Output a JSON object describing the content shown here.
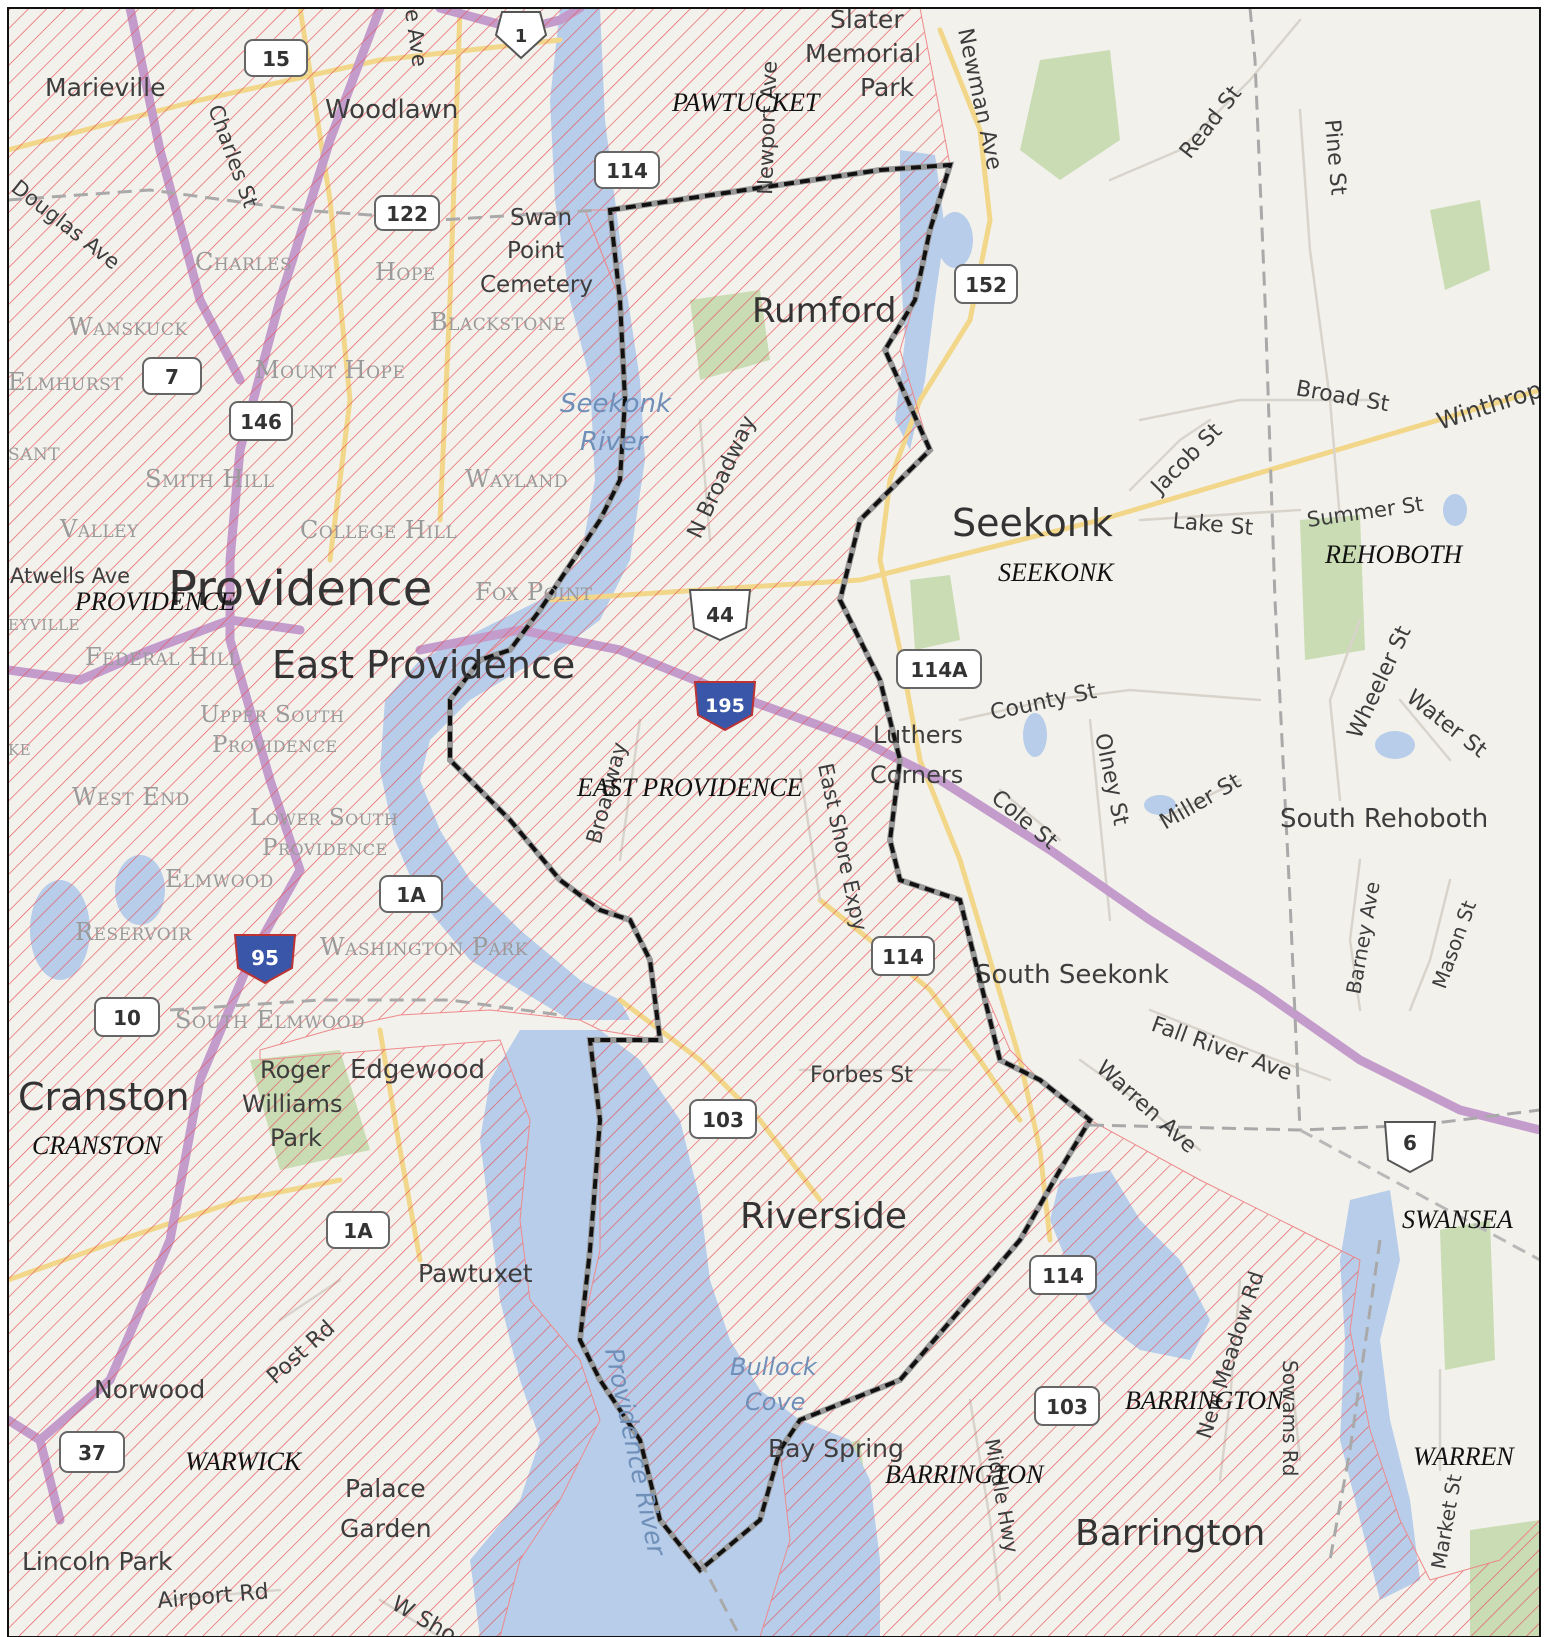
{
  "colors": {
    "land": "#f3f1ec",
    "water": "#b7cdea",
    "park": "#c7dbb0",
    "highway": "#c79ad0",
    "major_road": "#f3d98a",
    "hatch": "#e8545a",
    "town_line": "#a8a8a8",
    "study_outline": "#111111"
  },
  "towns": {
    "pawtucket": "PAWTUCKET",
    "providence": "PROVIDENCE",
    "east_providence": "EAST PROVIDENCE",
    "seekonk": "SEEKONK",
    "rehoboth": "REHOBOTH",
    "cranston": "CRANSTON",
    "warwick": "WARWICK",
    "barrington_1": "BARRINGTON",
    "barrington_2": "BARRINGTON",
    "swansea": "SWANSEA",
    "warren": "WARREN"
  },
  "places": {
    "providence": "Providence",
    "east_providence": "East Providence",
    "seekonk": "Seekonk",
    "rumford": "Rumford",
    "cranston": "Cranston",
    "riverside": "Riverside",
    "barrington": "Barrington",
    "marieville": "Marieville",
    "woodlawn": "Woodlawn",
    "luthers_corners_1": "Luthers",
    "luthers_corners_2": "Corners",
    "south_seekonk": "South Seekonk",
    "south_rehoboth": "South Rehoboth",
    "edgewood": "Edgewood",
    "roger_williams_park_1": "Roger",
    "roger_williams_park_2": "Williams",
    "roger_williams_park_3": "Park",
    "pawtuxet": "Pawtuxet",
    "norwood": "Norwood",
    "palace_garden_1": "Palace",
    "palace_garden_2": "Garden",
    "lincoln_park": "Lincoln Park",
    "bay_spring": "Bay Spring",
    "slater_1": "Slater",
    "slater_2": "Memorial",
    "slater_3": "Park",
    "swan_point_1": "Swan",
    "swan_point_2": "Point",
    "swan_point_3": "Cemetery"
  },
  "neighborhoods": {
    "charles": "Charles",
    "hope": "Hope",
    "blackstone": "Blackstone",
    "wanskuck": "Wanskuck",
    "elmhurst": "Elmhurst",
    "mount_hope": "Mount Hope",
    "smith_hill": "Smith Hill",
    "wayland": "Wayland",
    "valley": "Valley",
    "college_hill": "College Hill",
    "fox_point": "Fox Point",
    "federal_hill": "Federal Hill",
    "upper_sp_1": "Upper South",
    "upper_sp_2": "Providence",
    "west_end": "West End",
    "lower_sp_1": "Lower South",
    "lower_sp_2": "Providence",
    "elmwood": "Elmwood",
    "reservoir": "Reservoir",
    "washington_park": "Washington Park",
    "south_elmwood": "South Elmwood",
    "sant": "sant",
    "eyville": "eyville",
    "ke": "ke"
  },
  "water": {
    "seekonk_1": "Seekonk",
    "seekonk_2": "River",
    "providence_river": "Providence River",
    "bullock_1": "Bullock",
    "bullock_2": "Cove"
  },
  "roads": {
    "newman_ave": "Newman Ave",
    "read_st": "Read St",
    "pine_st": "Pine St",
    "broad_st": "Broad St",
    "winthrop": "Winthrop",
    "jacob_st": "Jacob St",
    "lake_st": "Lake St",
    "summer_st": "Summer St",
    "wheeler_st": "Wheeler St",
    "water_st": "Water St",
    "county_st": "County St",
    "olney_st": "Olney St",
    "miller_st": "Miller St",
    "cole_st": "Cole St",
    "barney_ave": "Barney Ave",
    "mason_st": "Mason St",
    "fall_river_ave": "Fall River Ave",
    "warren_ave": "Warren Ave",
    "forbes_st": "Forbes St",
    "n_broadway": "N Broadway",
    "broadway": "Broadway",
    "east_shore_expy": "East Shore Expy",
    "newport_ave": "Newport Ave",
    "charles_st": "Charles St",
    "douglas_ave": "Douglas Ave",
    "atwells_ave": "Atwells Ave",
    "post_rd": "Post Rd",
    "airport_rd": "Airport Rd",
    "w_shore": "W Sho",
    "new_meadow_rd": "New Meadow Rd",
    "sowams_rd": "Sowams Rd",
    "wampanoag_trl": "Middle Hwy",
    "market_st": "Market St",
    "hope_ave": "e Ave"
  },
  "shields": {
    "s1": "1",
    "s15": "15",
    "s114a": "114",
    "s122": "122",
    "s152": "152",
    "s7": "7",
    "s146": "146",
    "s44": "44",
    "s114A": "114A",
    "s195": "195",
    "s1A_a": "1A",
    "s95": "95",
    "s114b": "114",
    "s10": "10",
    "s103a": "103",
    "s1A_b": "1A",
    "s114c": "114",
    "s103b": "103",
    "s37": "37",
    "s6": "6"
  }
}
